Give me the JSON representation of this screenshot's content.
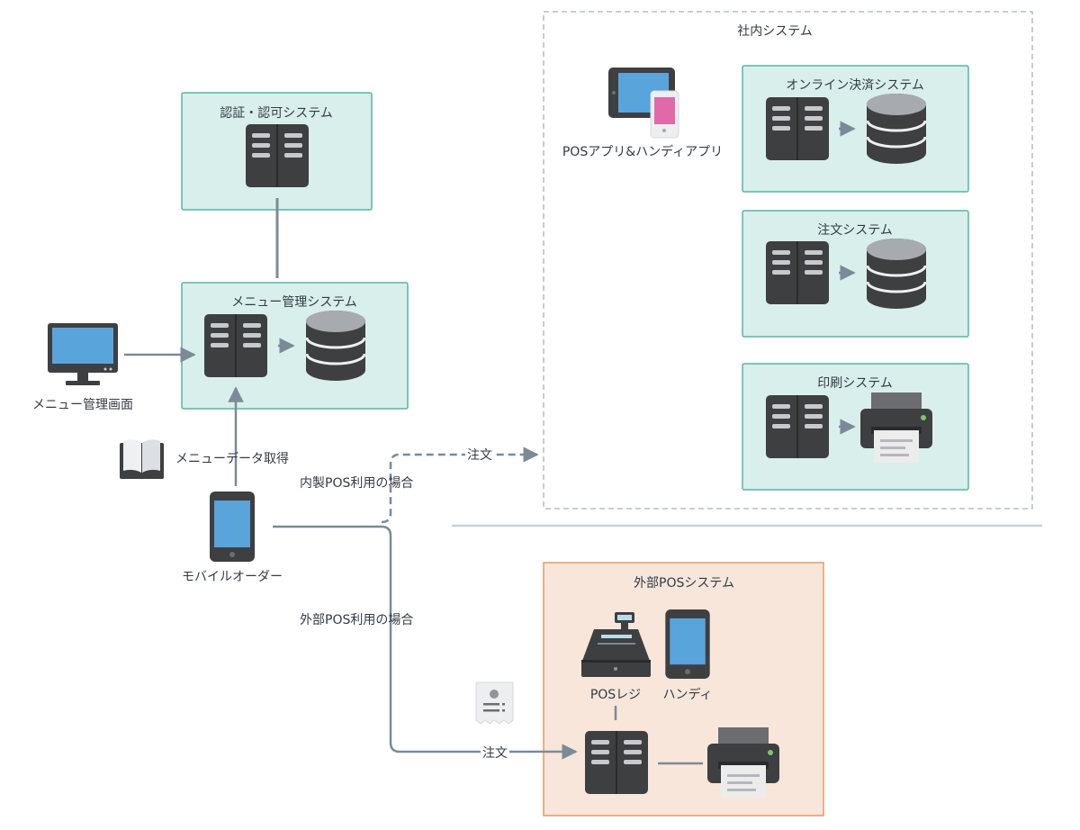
{
  "groups": {
    "internal": "社内システム",
    "external_pos": "外部POSシステム"
  },
  "systems": {
    "auth": "認証・認可システム",
    "menu_mgmt": "メニュー管理システム",
    "online_payment": "オンライン決済システム",
    "order": "注文システム",
    "print": "印刷システム"
  },
  "devices": {
    "menu_admin": "メニュー管理画面",
    "mobile_order": "モバイルオーダー",
    "pos_handy_app": "POSアプリ&ハンディアプリ",
    "pos_register": "POSレジ",
    "handy": "ハンディ"
  },
  "edges": {
    "menu_fetch": "メニューデータ取得",
    "internal_pos_case": "内製POS利用の場合",
    "external_pos_case": "外部POS利用の場合",
    "order_internal": "注文",
    "order_external": "注文"
  },
  "colors": {
    "system_fill": "#d9efeb",
    "system_stroke": "#59b5a4",
    "external_fill": "#f8e6db",
    "external_stroke": "#e39b66",
    "server": "#3e3f41",
    "connector": "#7c8a97",
    "screen": "#5aa4dc",
    "pink_screen": "#e06aa9"
  }
}
